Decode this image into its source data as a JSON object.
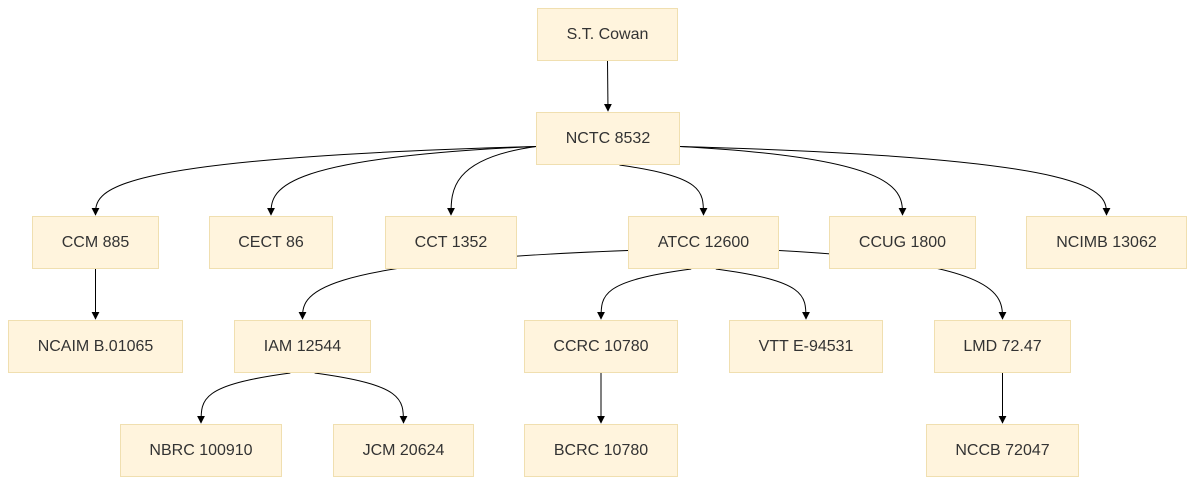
{
  "diagram": {
    "type": "tree",
    "colors": {
      "node_fill": "#fff4dd",
      "node_border": "#f0dfb0",
      "edge": "#000000",
      "text": "#333333"
    },
    "nodes": [
      {
        "id": "cowan",
        "label": "S.T. Cowan"
      },
      {
        "id": "nctc",
        "label": "NCTC 8532"
      },
      {
        "id": "ccm",
        "label": "CCM 885"
      },
      {
        "id": "cect",
        "label": "CECT 86"
      },
      {
        "id": "cct",
        "label": "CCT 1352"
      },
      {
        "id": "atcc",
        "label": "ATCC 12600"
      },
      {
        "id": "ccug",
        "label": "CCUG 1800"
      },
      {
        "id": "ncimb",
        "label": "NCIMB 13062"
      },
      {
        "id": "ncaim",
        "label": "NCAIM B.01065"
      },
      {
        "id": "iam",
        "label": "IAM 12544"
      },
      {
        "id": "ccrc",
        "label": "CCRC 10780"
      },
      {
        "id": "vtt",
        "label": "VTT E-94531"
      },
      {
        "id": "lmd",
        "label": "LMD 72.47"
      },
      {
        "id": "nbrc",
        "label": "NBRC 100910"
      },
      {
        "id": "jcm",
        "label": "JCM 20624"
      },
      {
        "id": "bcrc",
        "label": "BCRC 10780"
      },
      {
        "id": "nccb",
        "label": "NCCB 72047"
      }
    ],
    "edges": [
      {
        "from": "cowan",
        "to": "nctc"
      },
      {
        "from": "nctc",
        "to": "ccm"
      },
      {
        "from": "nctc",
        "to": "cect"
      },
      {
        "from": "nctc",
        "to": "cct"
      },
      {
        "from": "nctc",
        "to": "atcc"
      },
      {
        "from": "nctc",
        "to": "ccug"
      },
      {
        "from": "nctc",
        "to": "ncimb"
      },
      {
        "from": "ccm",
        "to": "ncaim"
      },
      {
        "from": "atcc",
        "to": "iam"
      },
      {
        "from": "atcc",
        "to": "ccrc"
      },
      {
        "from": "atcc",
        "to": "vtt"
      },
      {
        "from": "atcc",
        "to": "lmd"
      },
      {
        "from": "iam",
        "to": "nbrc"
      },
      {
        "from": "iam",
        "to": "jcm"
      },
      {
        "from": "ccrc",
        "to": "bcrc"
      },
      {
        "from": "lmd",
        "to": "nccb"
      }
    ]
  }
}
